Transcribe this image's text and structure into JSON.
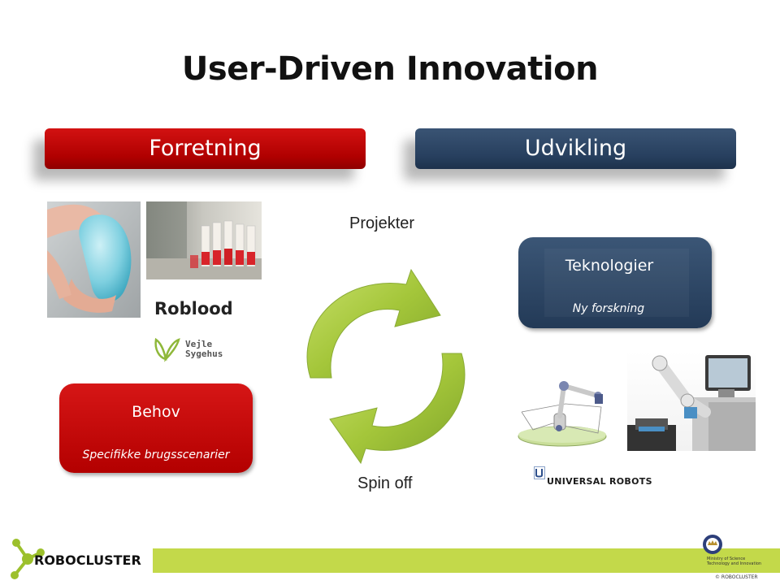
{
  "slide": {
    "title": "User-Driven Innovation",
    "left_banner": "Forretning",
    "right_banner": "Udvikling",
    "cycle_top_label": "Projekter",
    "cycle_bottom_label": "Spin off",
    "roblood_label": "Roblood",
    "vejle_logo": {
      "line1": "Vejle",
      "line2": "Sygehus"
    },
    "behov_box": {
      "title": "Behov",
      "subtitle": "Specifikke brugsscenarier"
    },
    "teknologier_box": {
      "title": "Teknologier",
      "subtitle": "Ny forskning"
    },
    "universal_robots_logo": "UNIVERSAL ROBOTS",
    "footer": {
      "logo_text": "ROBOCLUSTER",
      "ministry_line1": "Ministry of Science",
      "ministry_line2": "Technology and Innovation",
      "copyright": "© ROBOCLUSTER"
    }
  },
  "colors": {
    "red": "#c00000",
    "navy": "#2a4262",
    "lime": "#c3d94a",
    "arrow_green": "#9cc02c"
  }
}
